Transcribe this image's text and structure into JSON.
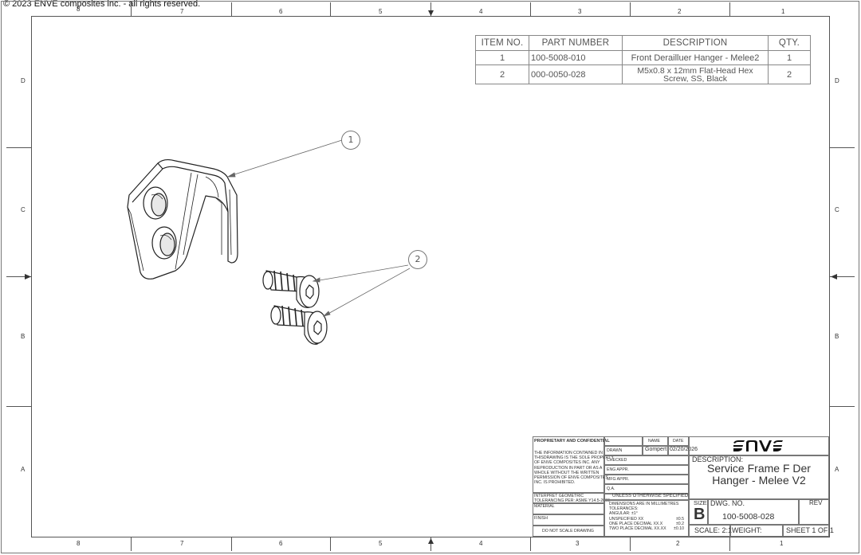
{
  "header": {
    "copyright": "© 2023 ENVE composites inc. - all rights reserved."
  },
  "zones": {
    "columns": [
      "8",
      "7",
      "6",
      "5",
      "4",
      "3",
      "2",
      "1"
    ],
    "rows": [
      "D",
      "C",
      "B",
      "A"
    ]
  },
  "bom": {
    "headers": {
      "item": "ITEM NO.",
      "part": "PART NUMBER",
      "desc": "DESCRIPTION",
      "qty": "QTY."
    },
    "rows": [
      {
        "item": "1",
        "part": "100-5008-010",
        "desc": "Front Derailluer Hanger - Melee2",
        "qty": "1"
      },
      {
        "item": "2",
        "part": "000-0050-028",
        "desc_line1": "M5x0.8 x 12mm Flat-Head Hex",
        "desc_line2": "Screw, SS, Black",
        "qty": "2"
      }
    ]
  },
  "balloons": [
    {
      "label": "1"
    },
    {
      "label": "2"
    }
  ],
  "title_block": {
    "proprietary_title": "PROPRIETARY AND CONFIDENTIAL",
    "proprietary_text": [
      "THE INFORMATION CONTAINED IN",
      "THISDRAWING IS THE SOLE PROPERTY",
      "OF ENVE COMPOSITES INC. ANY",
      "REPRODUCTION IN PART OR AS A",
      "WHOLE WITHOUT THE WRITTEN",
      "PERMISSION OF ENVE COMPOSITES",
      "INC. IS PROHIBITED."
    ],
    "col_name": "NAME",
    "col_date": "DATE",
    "drawn_label": "DRAWN",
    "drawn_name": "Gompert",
    "drawn_date": "02/20/2026",
    "checked_label": "CHECKED",
    "eng_label": "ENG APPR.",
    "mfg_label": "MFG APPR.",
    "qa_label": "Q.A.",
    "unless": "UNLESS OTHERWISE SPECIFIED:",
    "gdt": [
      "INTERPRET GEOMETRIC",
      "TOLERANCING PER: ASME Y14.5-2009"
    ],
    "material_label": "MATERIAL",
    "finish_label": "FINISH",
    "do_not_scale": "DO NOT SCALE DRAWING",
    "tolerance_lines": [
      "DIMENSIONS ARE IN MILLIMETRES",
      "TOLERANCES:",
      "ANGULAR: ±1°"
    ],
    "tol_unspecified": "UNSPECIFIED XX",
    "tol_unspecified_val": "±0.5",
    "tol_one": "ONE PLACE DECIMAL XX.X",
    "tol_one_val": "±0.2",
    "tol_two": "TWO PLACE DECIMAL XX.XX",
    "tol_two_val": "±0.10",
    "description_label": "DESCRIPTION:",
    "description_line1": "Service Frame F Der",
    "description_line2": "Hanger - Melee V2",
    "size_label": "SIZE",
    "size_value": "B",
    "dwg_label": "DWG.  NO.",
    "dwg_value": "100-5008-028",
    "rev_label": "REV",
    "scale": "SCALE: 2:1",
    "weight": "WEIGHT:",
    "sheet": "SHEET 1 OF 1"
  }
}
